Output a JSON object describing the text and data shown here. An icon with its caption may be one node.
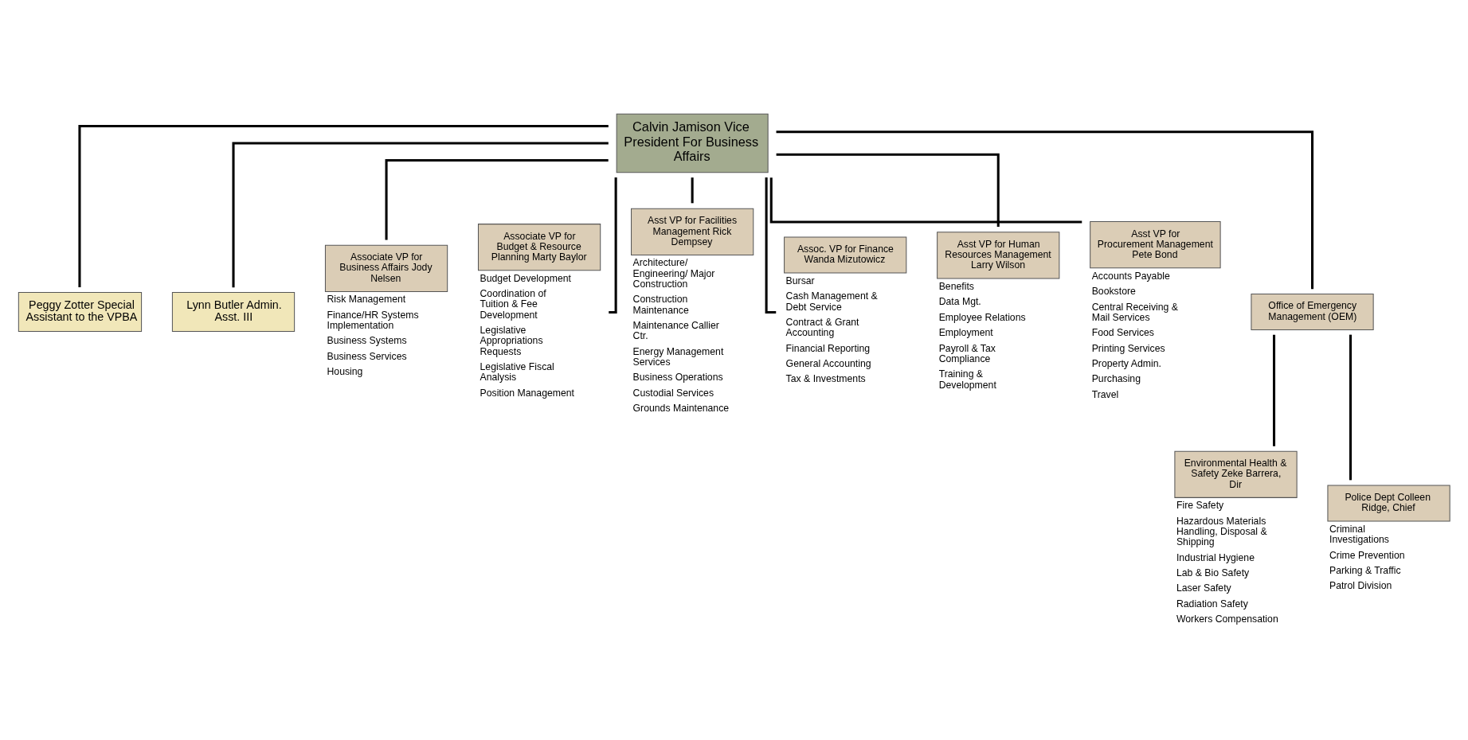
{
  "diagram": {
    "nodes": [
      {
        "text": [
          "Calvin Jamison Vice President For Business Affairs"
        ]
      },
      {
        "text": [
          "Peggy Zotter Special Assistant to the VPBA"
        ]
      },
      {
        "text": [
          "Lynn Butler Admin. Asst. III"
        ]
      },
      {
        "text": [
          "Associate VP for Business Affairs Jody Nelsen"
        ],
        "beside": [
          "Risk Management",
          "Finance/HR Systems Implementation",
          "Business Systems",
          "Business Services",
          "Housing"
        ]
      },
      {
        "text": [
          "Associate VP for Budget & Resource Planning Marty Baylor"
        ],
        "beside": [
          "Budget Development",
          "Coordination of Tuition & Fee Development",
          "Legislative Appropriations Requests",
          "Legislative Fiscal Analysis",
          "Position Management"
        ]
      },
      {
        "text": [
          "Asst VP for Facilities Management Rick Dempsey"
        ],
        "beside": [
          "Architecture/ Engineering/ Major Construction",
          "Construction Maintenance",
          "Maintenance Callier Ctr.",
          "Energy Management Services",
          "Business Operations",
          "Custodial Services",
          "Grounds Maintenance"
        ]
      },
      {
        "text": [
          "Assoc. VP for Finance Wanda Mizutowicz"
        ],
        "beside": [
          "Bursar",
          "Cash Management & Debt Service",
          "Contract & Grant Accounting",
          "Financial Reporting",
          "General Accounting",
          "Tax & Investments"
        ]
      },
      {
        "text": [
          "Asst VP for Human Resources Management Larry Wilson"
        ],
        "beside": [
          "Benefits",
          "Data Mgt.",
          "Employee Relations",
          "Employment",
          "Payroll & Tax Compliance",
          "Training & Development"
        ]
      },
      {
        "text": [
          "Asst VP for Procurement Management Pete Bond"
        ],
        "beside": [
          "Accounts Payable",
          "Bookstore",
          "Central Receiving & Mail Services",
          "Food Services",
          "Printing Services",
          "Property Admin.",
          "Purchasing",
          "Travel"
        ]
      },
      {
        "text": [
          "Office of Emergency Management (OEM)"
        ]
      },
      {
        "text": [
          "Environmental Health & Safety Zeke Barrera, Dir"
        ],
        "beside": [
          "Fire Safety",
          "Hazardous Materials Handling, Disposal & Shipping",
          "Industrial Hygiene",
          "Lab & Bio Safety",
          "Laser Safety",
          "Radiation Safety",
          "Workers Compensation"
        ]
      },
      {
        "text": [
          "Police Dept Colleen Ridge, Chief"
        ],
        "beside": [
          "Criminal Investigations",
          "Crime Prevention",
          "Parking & Traffic",
          "Patrol Division"
        ]
      }
    ],
    "edges": [
      {
        "from": 0,
        "to": 1,
        "arrow": "none"
      },
      {
        "from": 0,
        "to": 2,
        "arrow": "none"
      },
      {
        "from": 0,
        "to": 3,
        "arrow": "none"
      },
      {
        "from": 0,
        "to": 4,
        "arrow": "none"
      },
      {
        "from": 0,
        "to": 5,
        "arrow": "none"
      },
      {
        "from": 0,
        "to": 6,
        "arrow": "none"
      },
      {
        "from": 0,
        "to": 7,
        "arrow": "none"
      },
      {
        "from": 0,
        "to": 8,
        "arrow": "none"
      },
      {
        "from": 0,
        "to": 9,
        "arrow": "none"
      },
      {
        "from": 9,
        "to": 10,
        "arrow": "none"
      },
      {
        "from": 9,
        "to": 11,
        "arrow": "none"
      }
    ]
  }
}
